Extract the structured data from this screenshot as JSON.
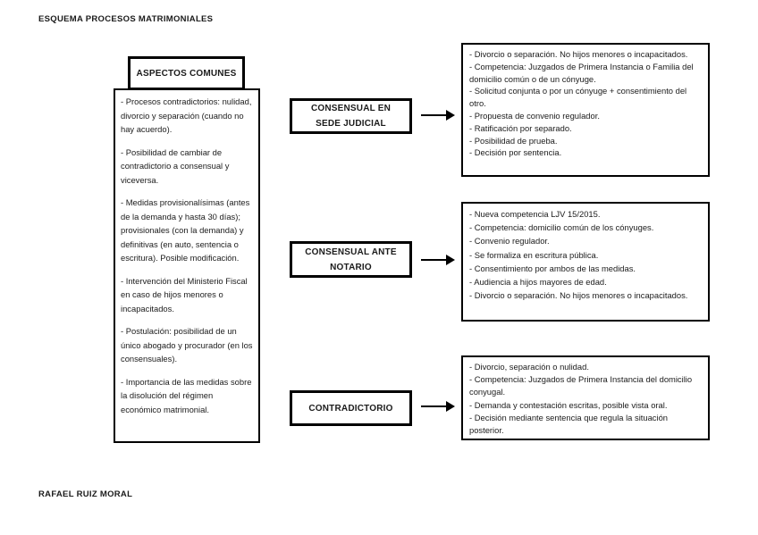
{
  "page": {
    "title": "ESQUEMA PROCESOS MATRIMONIALES",
    "footer": "RAFAEL RUIZ MORAL"
  },
  "colors": {
    "ink": "#1b1b1b",
    "border": "#000000",
    "background": "#ffffff"
  },
  "common": {
    "header": "ASPECTOS COMUNES",
    "paragraphs": [
      "- Procesos contradictorios: nulidad, divorcio y separación (cuando no hay acuerdo).",
      "- Posibilidad de cambiar de contradictorio a consensual y viceversa.",
      "- Medidas provisionalísimas (antes de la demanda y hasta 30 días); provisionales (con la demanda) y definitivas (en auto, sentencia o escritura). Posible modificación.",
      "- Intervención del Ministerio Fiscal en caso de hijos menores o incapacitados.",
      "- Postulación: posibilidad de un único abogado y procurador (en los consensuales).",
      "- Importancia de las medidas sobre la disolución del régimen económico matrimonial."
    ]
  },
  "branches": [
    {
      "label": "CONSENSUAL EN SEDE JUDICIAL",
      "items": [
        "- Divorcio o separación. No hijos menores o incapacitados.",
        "- Competencia: Juzgados de Primera Instancia o Familia del domicilio común o de un cónyuge.",
        "- Solicitud conjunta o por un cónyuge + consentimiento del otro.",
        "- Propuesta de convenio regulador.",
        "- Ratificación por separado.",
        "- Posibilidad de prueba.",
        "- Decisión por sentencia."
      ]
    },
    {
      "label": "CONSENSUAL ANTE NOTARIO",
      "items": [
        "- Nueva competencia LJV 15/2015.",
        "- Competencia: domicilio común de los cónyuges.",
        "- Convenio regulador.",
        "- Se formaliza en escritura pública.",
        "- Consentimiento por ambos de las medidas.",
        "- Audiencia a hijos mayores de edad.",
        "- Divorcio o separación. No hijos menores o incapacitados."
      ]
    },
    {
      "label": "CONTRADICTORIO",
      "items": [
        "- Divorcio, separación o nulidad.",
        "- Competencia: Juzgados de Primera Instancia del domicilio conyugal.",
        "- Demanda y contestación escritas, posible vista oral.",
        "- Decisión mediante sentencia que regula la situación posterior."
      ]
    }
  ]
}
